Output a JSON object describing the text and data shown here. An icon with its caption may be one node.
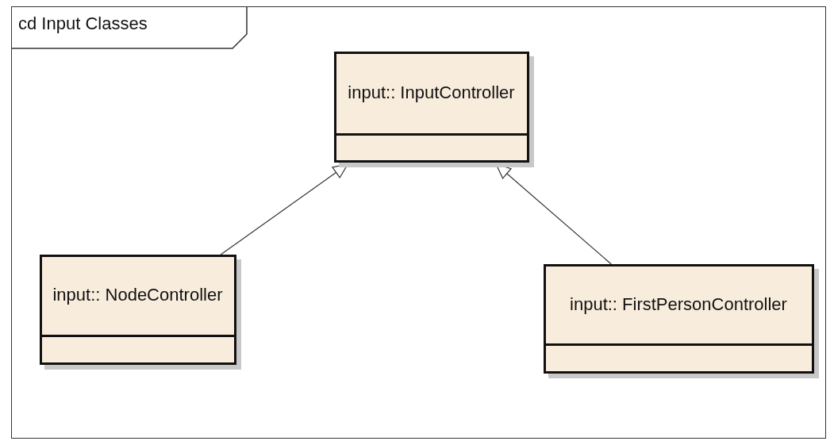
{
  "diagram": {
    "nodes": [
      {
        "text": [
          "cd Input Classes"
        ]
      },
      {
        "text": [
          "input:: InputController"
        ],
        "in": 0
      },
      {
        "text": [
          "input:: NodeController"
        ],
        "in": 0
      },
      {
        "text": [
          "input:: FirstPersonController"
        ],
        "in": 0
      }
    ],
    "edges": [
      {
        "from": 2,
        "to": 1,
        "arrow": "to"
      },
      {
        "from": 3,
        "to": 1,
        "arrow": "to"
      }
    ]
  }
}
